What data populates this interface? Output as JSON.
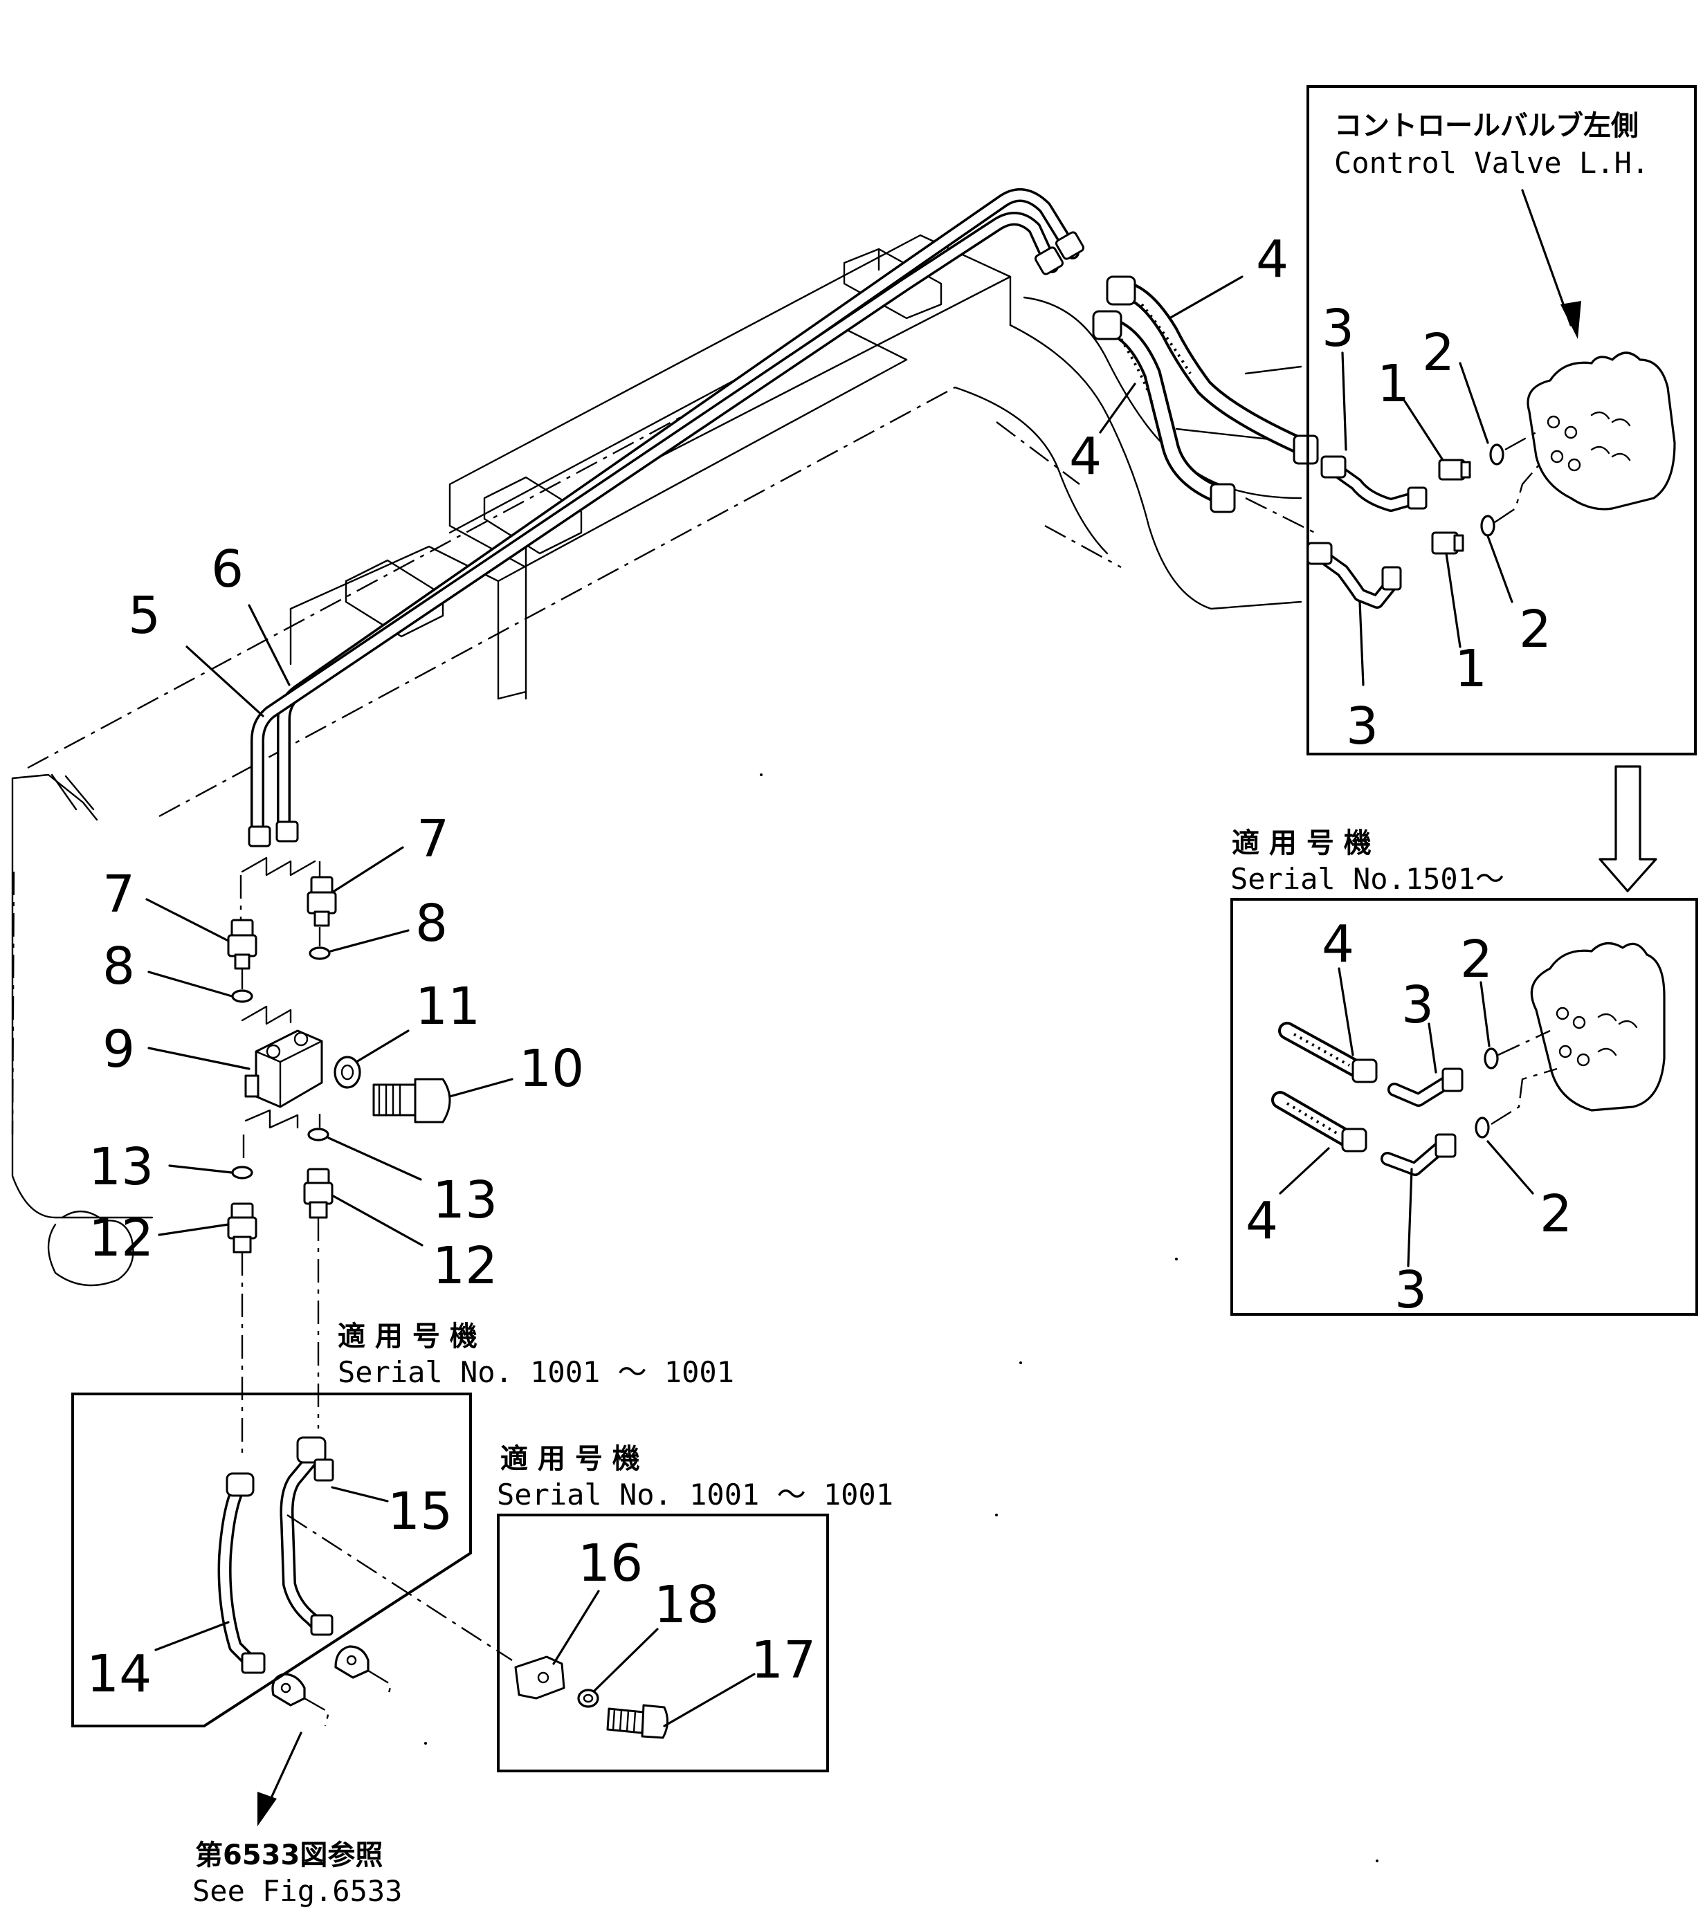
{
  "control_valve": {
    "label_jp": "コントロールバルブ左側",
    "label_en": "Control Valve L.H."
  },
  "serial_note_1501": {
    "label_jp": "適 用 号 機",
    "label_en": "Serial No.1501～"
  },
  "serial_note_1001_a": {
    "label_jp": "適 用 号 機",
    "label_en": "Serial No. 1001 ～ 1001"
  },
  "serial_note_1001_b": {
    "label_jp": "適 用 号 機",
    "label_en": "Serial No. 1001 ～ 1001"
  },
  "see_fig": {
    "label_jp": "第6533図参照",
    "label_en": "See Fig.6533"
  },
  "callouts": {
    "c1a": "1",
    "c1b": "1",
    "c2a": "2",
    "c2b": "2",
    "c2c": "2",
    "c2d": "2",
    "c3a": "3",
    "c3b": "3",
    "c3c": "3",
    "c3d": "3",
    "c4a": "4",
    "c4b": "4",
    "c4c": "4",
    "c4d": "4",
    "c5": "5",
    "c6": "6",
    "c7a": "7",
    "c7b": "7",
    "c8a": "8",
    "c8b": "8",
    "c9": "9",
    "c10": "10",
    "c11": "11",
    "c12a": "12",
    "c12b": "12",
    "c13a": "13",
    "c13b": "13",
    "c14": "14",
    "c15": "15",
    "c16": "16",
    "c17": "17",
    "c18": "18"
  }
}
